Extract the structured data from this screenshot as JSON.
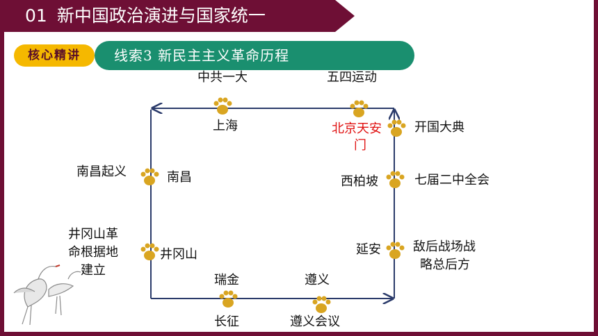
{
  "title": {
    "number": "01",
    "text": "新中国政治演进与国家统一"
  },
  "badge": {
    "core": "核心精讲",
    "thread": "线索3  新民主主义革命历程"
  },
  "labels": {
    "zhonggong": "中共一大",
    "shanghai": "上海",
    "wusi": "五四运动",
    "beijing": "北京天安",
    "men": "门",
    "kaiguo": "开国大典",
    "xibaipo": "西柏坡",
    "qijie": "七届二中全会",
    "yanan": "延安",
    "dihou1": "敌后战场战",
    "dihou2": "略总后方",
    "zunyi": "遵义",
    "zunyi_meeting": "遵义会议",
    "ruijin": "瑞金",
    "changzheng": "长征",
    "jinggang_place": "井冈山",
    "jinggang1": "井冈山革",
    "jinggang2": "命根据地",
    "jinggang3": "建立",
    "nanchang_place": "南昌",
    "nanchang_event": "南昌起义"
  },
  "colors": {
    "maroon": "#6e0f35",
    "gold": "#f5b800",
    "teal": "#1a8f6f",
    "paw": "#d9a521",
    "line": "#2a3a6a"
  },
  "icons": [
    "paw-icon",
    "crane-illustration",
    "arrow-icon"
  ]
}
